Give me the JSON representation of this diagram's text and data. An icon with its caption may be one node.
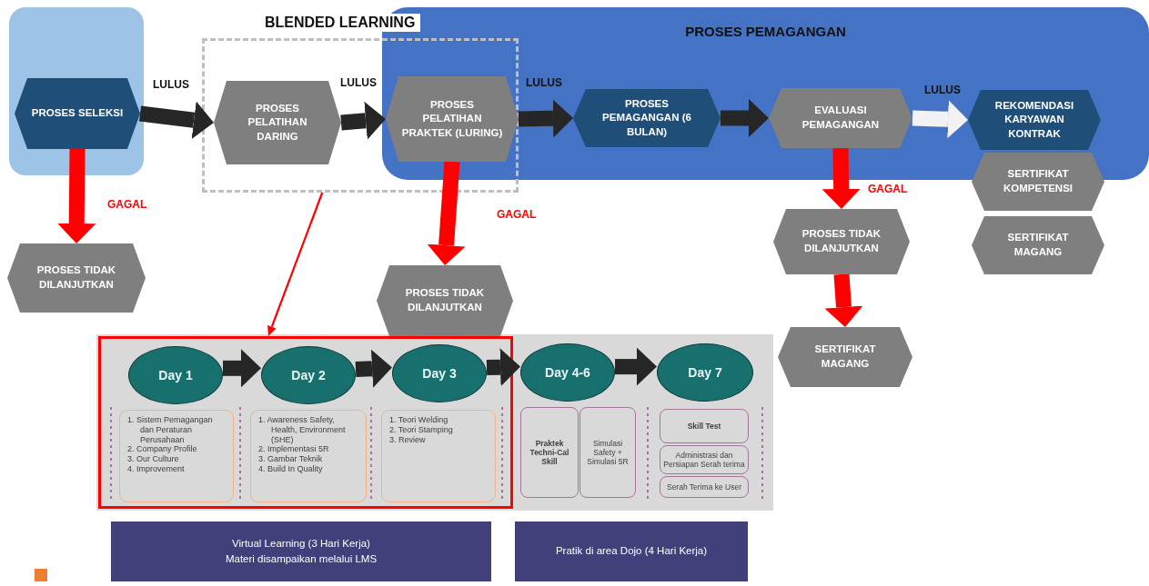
{
  "diagram": {
    "nodes": [
      {
        "text": [],
        "shape": "box"
      },
      {
        "text": [
          "PROSES SELEKSI"
        ],
        "in": 0
      },
      {
        "text": [
          "BLENDED LEARNING"
        ]
      },
      {
        "text": [
          "PROSES PELATIHAN DARING"
        ],
        "in": 2
      },
      {
        "text": [
          "PROSES PELATIHAN PRAKTEK (LURING)"
        ]
      },
      {
        "text": [
          "PROSES PEMAGANGAN"
        ]
      },
      {
        "text": [
          "PROSES PEMAGANGAN (6 BULAN)"
        ],
        "in": 5
      },
      {
        "text": [
          "EVALUASI PEMAGANGAN"
        ],
        "in": 5
      },
      {
        "text": [
          "REKOMENDASI KARYAWAN KONTRAK"
        ],
        "in": 5
      },
      {
        "text": [
          "SERTIFIKAT KOMPETENSI"
        ]
      },
      {
        "text": [
          "SERTIFIKAT MAGANG"
        ]
      },
      {
        "text": [
          "PROSES TIDAK DILANJUTKAN"
        ]
      },
      {
        "text": [
          "PROSES TIDAK DILANJUTKAN"
        ]
      },
      {
        "text": [
          "PROSES TIDAK DILANJUTKAN"
        ]
      },
      {
        "text": [
          "SERTIFIKAT MAGANG"
        ]
      },
      {
        "text": [],
        "shape": "box"
      },
      {
        "text": [],
        "shape": "box",
        "in": 15
      },
      {
        "text": [
          "Day 1"
        ],
        "in": 16
      },
      {
        "text": [
          "Day 2"
        ],
        "in": 16
      },
      {
        "text": [
          "Day 3"
        ],
        "in": 16
      },
      {
        "text": [
          "Day 4-6"
        ],
        "in": 15
      },
      {
        "text": [
          "Day 7"
        ],
        "in": 15
      },
      {
        "text": [
          "1. Sistem Pemagangan dan Peraturan Perusahaan",
          "2. Company Profile",
          "3. Our Culture",
          "4. Improvement"
        ],
        "in": 16
      },
      {
        "text": [
          "1. Awareness Safety, Health, Environment (SHE)",
          "2. Implementasi 5R",
          "3. Gambar Teknik",
          "4. Build In Quality"
        ],
        "in": 16
      },
      {
        "text": [
          "1. Teori Welding",
          "2. Teori Stamping",
          "3. Review"
        ],
        "in": 16
      },
      {
        "text": [
          "Praktek Techni-Cal Skill"
        ],
        "in": 15
      },
      {
        "text": [
          "Simulasi Safety + Simulasi 5R"
        ],
        "in": 15
      },
      {
        "text": [
          "Skill Test"
        ],
        "in": 15
      },
      {
        "text": [
          "Administrasi dan Persiapan Serah terima"
        ],
        "in": 15
      },
      {
        "text": [
          "Serah Terima ke User"
        ],
        "in": 15
      },
      {
        "text": [
          "Virtual Learning (3 Hari Kerja)",
          "Materi disampaikan melalui LMS"
        ]
      },
      {
        "text": [
          "Pratik di area Dojo (4 Hari Kerja)"
        ]
      }
    ],
    "edges": [
      {
        "from": 1,
        "to": 3,
        "arrow": "to",
        "label": "LULUS"
      },
      {
        "from": 3,
        "to": 4,
        "arrow": "to",
        "label": "LULUS"
      },
      {
        "from": 4,
        "to": 6,
        "arrow": "to",
        "label": "LULUS"
      },
      {
        "from": 6,
        "to": 7,
        "arrow": "to"
      },
      {
        "from": 7,
        "to": 8,
        "arrow": "to",
        "label": "LULUS",
        "color": "#f2f2f2"
      },
      {
        "from": 1,
        "to": 11,
        "arrow": "to",
        "label": "GAGAL",
        "color": "#ff0000"
      },
      {
        "from": 4,
        "to": 12,
        "arrow": "to",
        "label": "GAGAL",
        "color": "#ff0000"
      },
      {
        "from": 7,
        "to": 13,
        "arrow": "to",
        "label": "GAGAL",
        "color": "#ff0000"
      },
      {
        "from": 13,
        "to": 14,
        "arrow": "to",
        "color": "#ff0000"
      },
      {
        "from": 2,
        "to": 16,
        "arrow": "to",
        "color": "#ff0000"
      },
      {
        "from": 17,
        "to": 18,
        "arrow": "to"
      },
      {
        "from": 18,
        "to": 19,
        "arrow": "to"
      },
      {
        "from": 19,
        "to": 20,
        "arrow": "to"
      },
      {
        "from": 20,
        "to": 21,
        "arrow": "to"
      }
    ]
  }
}
